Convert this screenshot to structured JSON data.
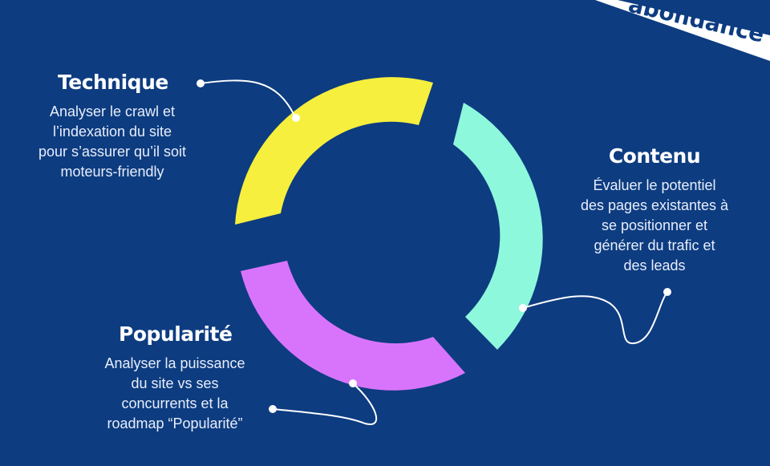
{
  "brand": {
    "logo": "abondance"
  },
  "segments": [
    {
      "id": "technique",
      "title": "Technique",
      "description": [
        "Analyser le crawl et",
        "l’indexation du site",
        "pour s’assurer qu’il soit",
        "moteurs-friendly"
      ],
      "color": "#f6ef3d"
    },
    {
      "id": "contenu",
      "title": "Contenu",
      "description": [
        "Évaluer le potentiel",
        "des pages existantes à",
        "se positionner et",
        "générer du trafic et",
        "des leads"
      ],
      "color": "#8ef8dc"
    },
    {
      "id": "popularite",
      "title": "Popularité",
      "description": [
        "Analyser la puissance",
        "du site vs ses",
        "concurrents et la",
        "roadmap “Popularité”"
      ],
      "color": "#d874fb"
    }
  ],
  "colors": {
    "background": "#0d3c80",
    "connector": "#ffffff"
  }
}
